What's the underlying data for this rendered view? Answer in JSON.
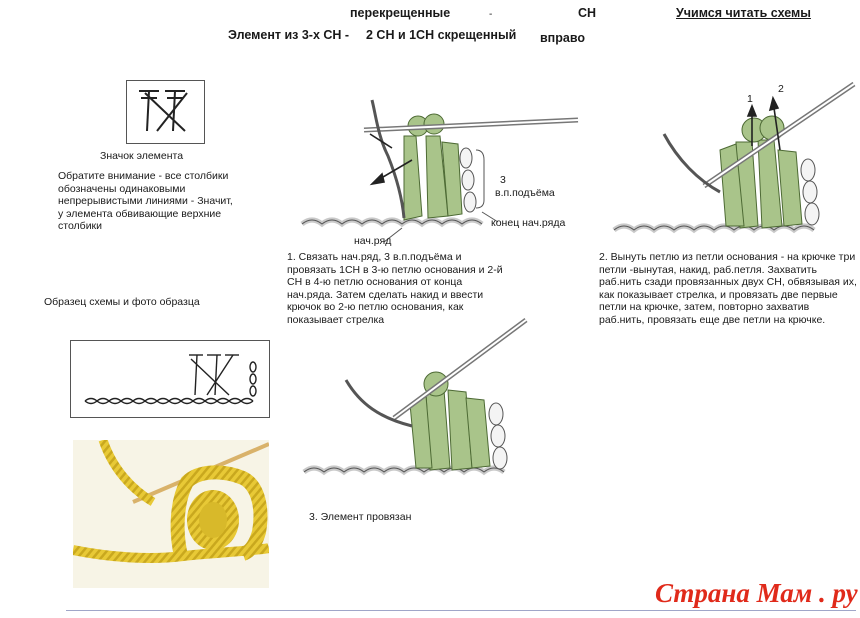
{
  "header": {
    "part1": "перекрещенные",
    "dash": "-",
    "part2": "СН",
    "link": "Учимся читать схемы",
    "subtitle_a": "Элемент из 3-х СН -",
    "subtitle_b": "2 СН и 1СН скрещенный",
    "subtitle_c": "вправо"
  },
  "symbol": {
    "label": "Значок элемента",
    "note": "Обратите внимание - все столбики обозначены одинаковыми непрерывистыми линиями - Значит, у элемента обвивающие верхние столбики"
  },
  "sample": {
    "label": "Образец схемы и фото образца"
  },
  "step1": {
    "label_3": "3",
    "label_lift": "в.п.подъёма",
    "label_end": "конец нач.ряда",
    "label_start": "нач.ряд",
    "caption": "1. Связать нач.ряд, 3 в.п.подъёма и провязать 1СН в 3-ю петлю основания и 2-й СН в 4-ю петлю основания от конца нач.ряда. Затем сделать накид и ввести крючок во 2-ю петлю основания, как показывает стрелка"
  },
  "step2": {
    "arrow1": "1",
    "arrow2": "2",
    "caption": "2. Вынуть петлю из петли основания - на крючке три петли -вынутая, накид, раб.петля. Захватить раб.нить сзади провязанных двух СН, обвязывая их, как показывает стрелка, и провязать две первые петли на крючке, затем, повторно захватив раб.нить, провязать еще две петли на крючке."
  },
  "step3": {
    "caption": "3. Элемент провязан"
  },
  "watermark": {
    "text": "Страна Мам . ру"
  },
  "colors": {
    "green": "#a9c48a",
    "green_dark": "#4d6a34",
    "yarn_white": "#f4f4f4",
    "yarn_yellow": "#e8c936",
    "watermark_red": "#e02a1a"
  }
}
